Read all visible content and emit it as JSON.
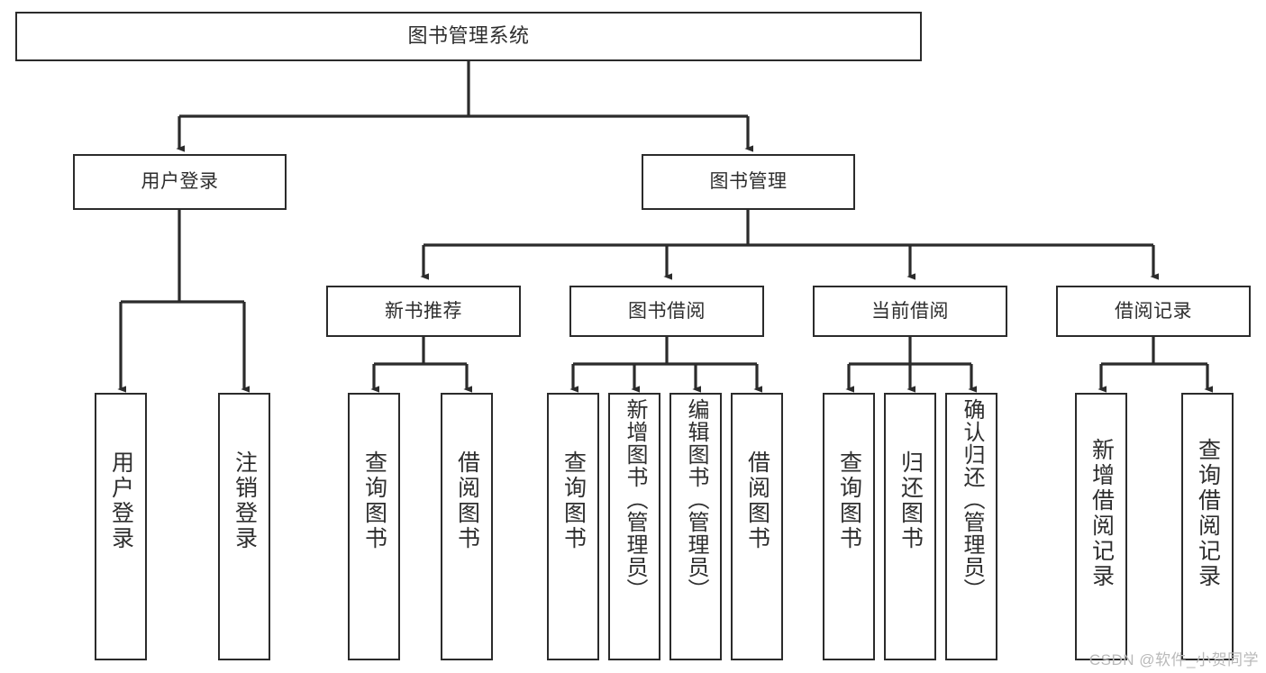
{
  "diagram": {
    "title": "图书管理系统",
    "type": "tree",
    "watermark": "CSDN @软件_小贺同学",
    "colors": {
      "stroke": "#2b2b2b",
      "fill": "#ffffff",
      "text": "#2e2e2e",
      "watermark": "#b9b9b9"
    },
    "levels": {
      "root": {
        "label": "图书管理系统"
      },
      "level2": [
        {
          "id": "user-login",
          "label": "用户登录"
        },
        {
          "id": "book-management",
          "label": "图书管理"
        }
      ],
      "level3": [
        {
          "id": "new-book-recommend",
          "label": "新书推荐",
          "parent": "book-management"
        },
        {
          "id": "book-borrow",
          "label": "图书借阅",
          "parent": "book-management"
        },
        {
          "id": "current-borrow",
          "label": "当前借阅",
          "parent": "book-management"
        },
        {
          "id": "borrow-records",
          "label": "借阅记录",
          "parent": "book-management"
        }
      ],
      "leaves": [
        {
          "id": "leaf-user-login",
          "label": "用户登录",
          "parent": "user-login"
        },
        {
          "id": "leaf-logout-login",
          "label": "注销登录",
          "parent": "user-login"
        },
        {
          "id": "leaf-query-book-1",
          "label": "查询图书",
          "parent": "new-book-recommend"
        },
        {
          "id": "leaf-borrow-book-1",
          "label": "借阅图书",
          "parent": "new-book-recommend"
        },
        {
          "id": "leaf-query-book-2",
          "label": "查询图书",
          "parent": "book-borrow"
        },
        {
          "id": "leaf-add-book",
          "label": "新增图书（管理员）",
          "parent": "book-borrow"
        },
        {
          "id": "leaf-edit-book",
          "label": "编辑图书（管理员）",
          "parent": "book-borrow"
        },
        {
          "id": "leaf-borrow-book-2",
          "label": "借阅图书",
          "parent": "book-borrow"
        },
        {
          "id": "leaf-query-book-3",
          "label": "查询图书",
          "parent": "current-borrow"
        },
        {
          "id": "leaf-return-book",
          "label": "归还图书",
          "parent": "current-borrow"
        },
        {
          "id": "leaf-confirm-return",
          "label": "确认归还（管理员）",
          "parent": "current-borrow"
        },
        {
          "id": "leaf-add-record",
          "label": "新增借阅记录",
          "parent": "borrow-records"
        },
        {
          "id": "leaf-query-record",
          "label": "查询借阅记录",
          "parent": "borrow-records"
        }
      ]
    }
  }
}
